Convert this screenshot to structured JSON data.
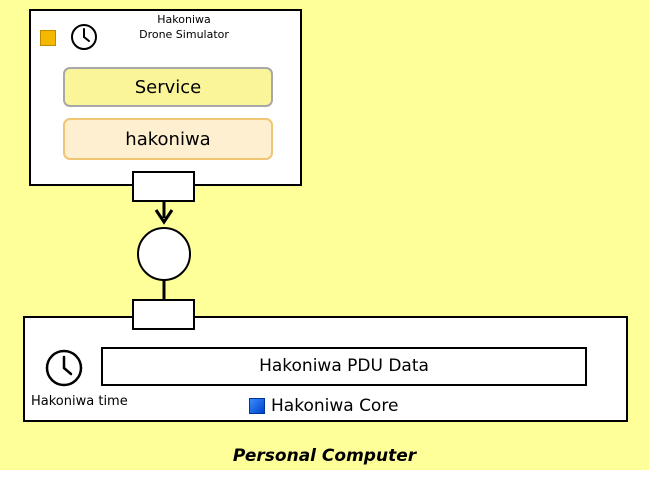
{
  "simulator": {
    "title_line1": "Hakoniwa",
    "title_line2": "Drone Simulator",
    "service_label": "Service",
    "hakoniwa_label": "hakoniwa"
  },
  "core": {
    "pdu_label": "Hakoniwa PDU Data",
    "time_label": "Hakoniwa time",
    "core_label": "Hakoniwa Core"
  },
  "footer": {
    "label": "Personal Computer"
  },
  "colors": {
    "background": "#ffff99",
    "service_fill": "#fbf59a",
    "hakoniwa_fill": "#fdefcf",
    "accent_yellow": "#f5b800",
    "accent_blue": "#1f6fff"
  },
  "icons": [
    "yellow-square-icon",
    "clock-icon",
    "blue-square-icon",
    "arrow-down-icon"
  ]
}
